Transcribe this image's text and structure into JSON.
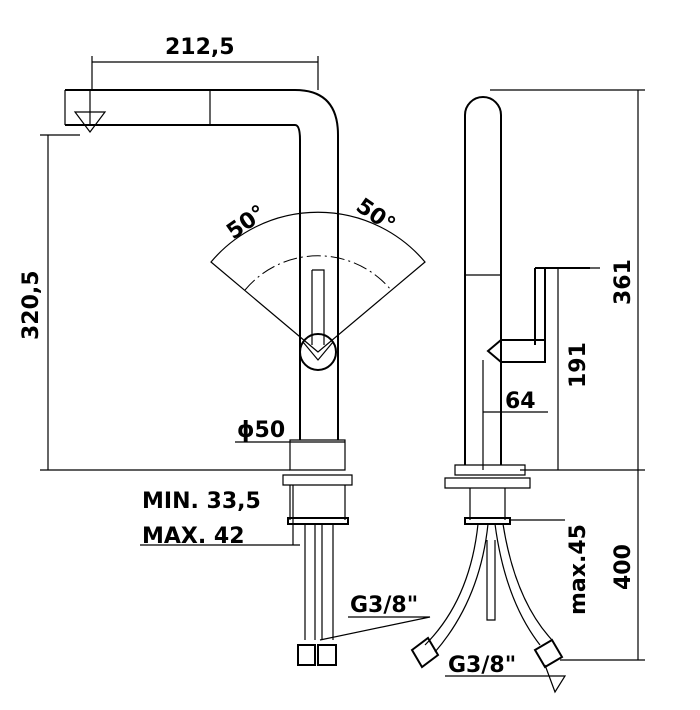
{
  "dimensions": {
    "spout_reach": "212,5",
    "swivel_left": "50°",
    "swivel_right": "50°",
    "spout_height": "320,5",
    "body_diameter": "ϕ50",
    "min_thickness": "MIN. 33,5",
    "max_thickness": "MAX. 42",
    "connection_left": "G3/8\"",
    "connection_right": "G3/8\"",
    "total_height": "361",
    "handle_height": "191",
    "handle_offset": "64",
    "max_hole": "max.45",
    "hose_length": "400"
  }
}
